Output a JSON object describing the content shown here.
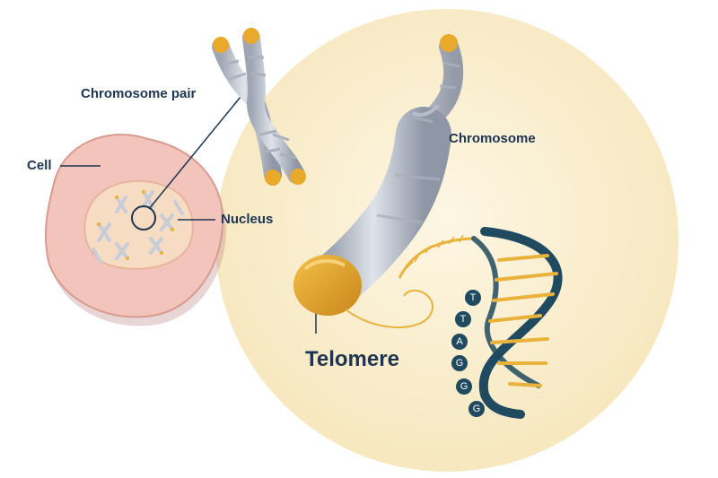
{
  "labels": {
    "chromosome_pair": "Chromosome pair",
    "cell": "Cell",
    "nucleus": "Nucleus",
    "chromosome": "Chromosome",
    "telomere": "Telomere"
  },
  "dna_sequence": [
    "T",
    "T",
    "A",
    "G",
    "G",
    "G"
  ],
  "colors": {
    "label_text": "#1d3550",
    "cell_fill": "#f2c4bb",
    "cell_outline": "#d99a90",
    "nucleus_fill": "#f7dcc4",
    "zoom_circle": "#fbf3dc",
    "chromosome_body": "#c6ccd6",
    "telomere": "#e9a92a",
    "dna_backbone": "#1f4a5f",
    "dna_rungs": "#e9b23a"
  },
  "icons": {
    "cell": "cell-icon",
    "chromosome_pair": "x-chromosome-icon",
    "chromosome": "single-chromosome-icon",
    "dna": "dna-double-helix-icon"
  }
}
